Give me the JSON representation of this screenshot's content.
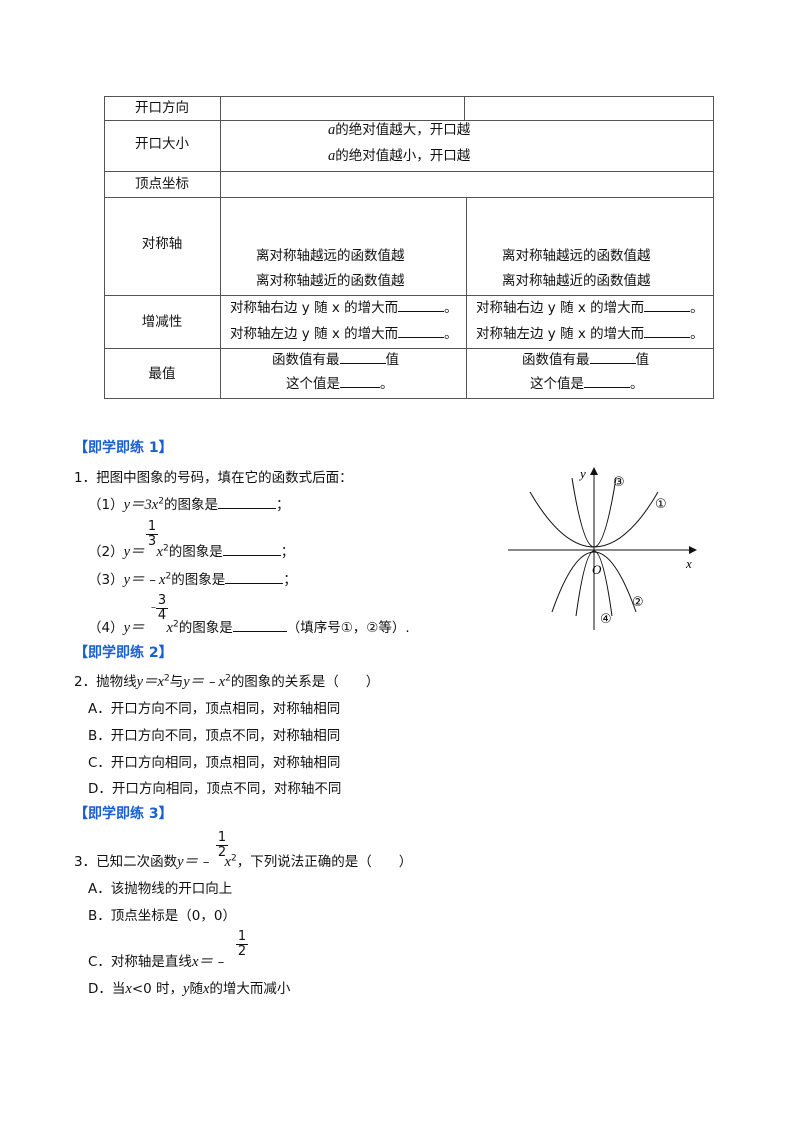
{
  "table": {
    "rows": [
      {
        "label": "开口方向"
      },
      {
        "label": "开口大小",
        "a_var": "a",
        "line1": "的绝对值越大，开口越",
        "line2": "的绝对值越小，开口越"
      },
      {
        "label": "顶点坐标"
      },
      {
        "label": "对称轴",
        "left": [
          "离对称轴越远的函数值越",
          "离对称轴越近的函数值越"
        ],
        "right": [
          "离对称轴越远的函数值越",
          "离对称轴越近的函数值越"
        ]
      },
      {
        "label": "增减性",
        "left": [
          "对称轴右边 y 随 x 的增大而",
          "对称轴左边 y 随 x 的增大而"
        ],
        "right": [
          "对称轴右边 y 随 x 的增大而",
          "对称轴左边 y 随 x 的增大而"
        ],
        "end": "。"
      },
      {
        "label": "最值",
        "left": [
          "函数值有最",
          "值",
          "这个值是",
          "。"
        ],
        "right": [
          "函数值有最",
          "值",
          "这个值是",
          "。"
        ]
      }
    ]
  },
  "ex1": {
    "heading": "【即学即练 1】",
    "q": "1．把图中图象的号码，填在它的函数式后面：",
    "items": [
      {
        "prefix": "（1）",
        "eq": "y＝3x",
        "exp": "2",
        "suffix": "的图象是",
        "end": "；"
      },
      {
        "prefix": "（2）",
        "eq": "y＝",
        "frac_num": "1",
        "frac_den": "3",
        "x": "x",
        "exp": "2",
        "suffix": "的图象是",
        "end": "；"
      },
      {
        "prefix": "（3）",
        "eq": "y＝﹣x",
        "exp": "2",
        "suffix": "的图象是",
        "end": "；"
      },
      {
        "prefix": "（4）",
        "eq": "y＝",
        "frac_sign": "﹣",
        "frac_num": "3",
        "frac_den": "4",
        "x": "x",
        "exp": "2",
        "suffix": "的图象是",
        "end": "（填序号①，②等）."
      }
    ],
    "graph": {
      "x_label": "x",
      "y_label": "y",
      "origin": "O",
      "curves": [
        "①",
        "②",
        "③",
        "④"
      ]
    }
  },
  "ex2": {
    "heading": "【即学即练 2】",
    "q_prefix": "2．抛物线",
    "q_eq1": "y＝x",
    "q_mid": "与",
    "q_eq2": "y＝﹣x",
    "exp": "2",
    "q_suffix": "的图象的关系是（　　）",
    "options": [
      "A．开口方向不同，顶点相同，对称轴相同",
      "B．开口方向不同，顶点不同，对称轴相同",
      "C．开口方向相同，顶点相同，对称轴相同",
      "D．开口方向相同，顶点不同，对称轴不同"
    ]
  },
  "ex3": {
    "heading": "【即学即练 3】",
    "q_prefix": "3．已知二次函数",
    "q_eq": "y＝﹣",
    "frac_num": "1",
    "frac_den": "2",
    "x": "x",
    "exp": "2",
    "q_suffix": "，下列说法正确的是（　　）",
    "optA": "A．该抛物线的开口向上",
    "optB": "B．顶点坐标是（0，0）",
    "optC_prefix": "C．对称轴是直线",
    "optC_eq": "x＝﹣",
    "optC_num": "1",
    "optC_den": "2",
    "optD_prefix": "D．当",
    "optD_x": "x",
    "optD_mid": "<0 时，",
    "optD_y": "y",
    "optD_mid2": "随",
    "optD_x2": "x",
    "optD_suffix": "的增大而减小"
  }
}
